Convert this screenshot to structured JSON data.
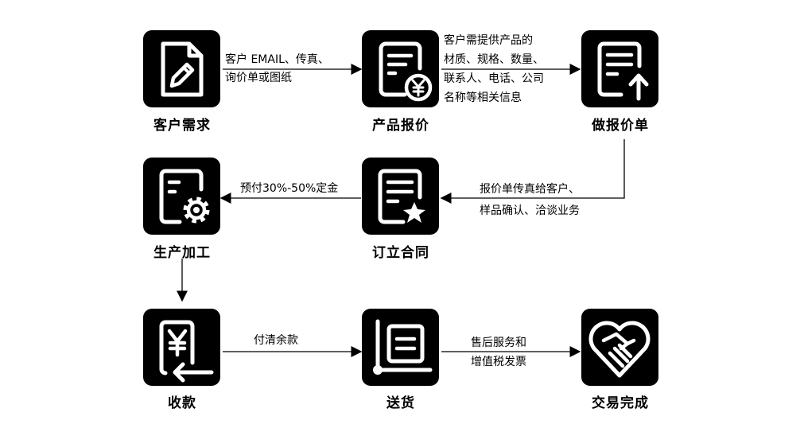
{
  "nodes": {
    "demand": {
      "label": "客户需求",
      "icon": "document-pencil-icon"
    },
    "quote": {
      "label": "产品报价",
      "icon": "document-yuan-icon"
    },
    "quote_sheet": {
      "label": "做报价单",
      "icon": "document-upload-icon"
    },
    "production": {
      "label": "生产加工",
      "icon": "document-gear-icon"
    },
    "contract": {
      "label": "订立合同",
      "icon": "document-star-icon"
    },
    "payment": {
      "label": "收款",
      "icon": "yuan-receive-icon"
    },
    "delivery": {
      "label": "送货",
      "icon": "delivery-cart-icon"
    },
    "complete": {
      "label": "交易完成",
      "icon": "handshake-heart-icon"
    }
  },
  "edges": {
    "demand_to_quote": [
      "客户 EMAIL、传真、",
      "询价单或图纸"
    ],
    "quote_to_sheet": [
      "客户需提供产品的",
      "材质、规格、数量、",
      "联系人、电话、公司",
      "名称等相关信息"
    ],
    "sheet_to_contract": [
      "报价单传真给客户、",
      "样品确认、洽谈业务"
    ],
    "contract_to_production": [
      "预付30%-50%定金"
    ],
    "payment_to_delivery": [
      "付清余款"
    ],
    "delivery_to_complete": [
      "售后服务和",
      "增值税发票"
    ]
  },
  "colors": {
    "tile": "#000000",
    "icon": "#ffffff",
    "line": "#000000",
    "background": "#ffffff"
  }
}
